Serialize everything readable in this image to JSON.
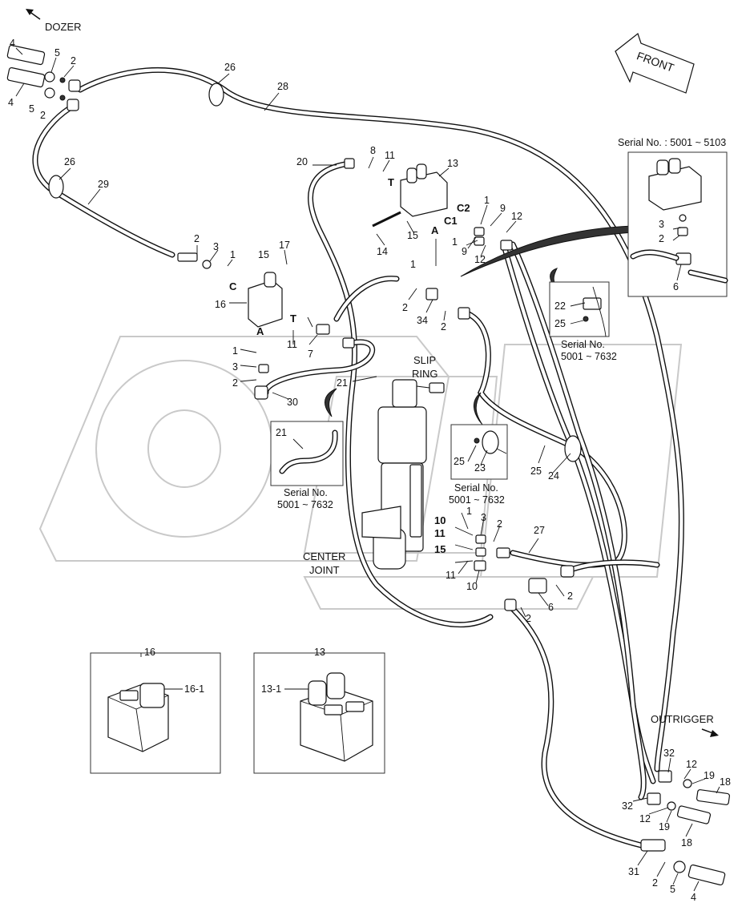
{
  "labels": {
    "dozer": "DOZER",
    "front": "FRONT",
    "outrigger": "OUTRIGGER",
    "slip_ring_1": "SLIP",
    "slip_ring_2": "RING",
    "center_joint_1": "CENTER",
    "center_joint_2": "JOINT",
    "serial_top_right": "Serial No. : 5001 ~ 5103",
    "serial_a_1": "Serial No.",
    "serial_a_2": "5001 ~ 7632",
    "serial_b_1": "Serial No.",
    "serial_b_2": "5001 ~ 7632",
    "serial_c_1": "Serial No.",
    "serial_c_2": "5001 ~ 7632"
  },
  "port_labels": {
    "c_left": "C",
    "t_left": "T",
    "a_left": "A",
    "t_top": "T",
    "c2": "C2",
    "c1": "C1",
    "a_top": "A",
    "p10": "10",
    "p11": "11",
    "p15": "15"
  },
  "callouts": {
    "n1": "1",
    "n2": "2",
    "n3": "3",
    "n4": "4",
    "n5": "5",
    "n6": "6",
    "n7": "7",
    "n8": "8",
    "n9": "9",
    "n10": "10",
    "n11": "11",
    "n12": "12",
    "n13": "13",
    "n14": "14",
    "n15": "15",
    "n16": "16",
    "n17": "17",
    "n18": "18",
    "n19": "19",
    "n20": "20",
    "n21": "21",
    "n22": "22",
    "n23": "23",
    "n24": "24",
    "n25": "25",
    "n26": "26",
    "n27": "27",
    "n28": "28",
    "n29": "29",
    "n30": "30",
    "n31": "31",
    "n32": "32",
    "n34": "34",
    "n13_1": "13-1",
    "n16_1": "16-1"
  }
}
